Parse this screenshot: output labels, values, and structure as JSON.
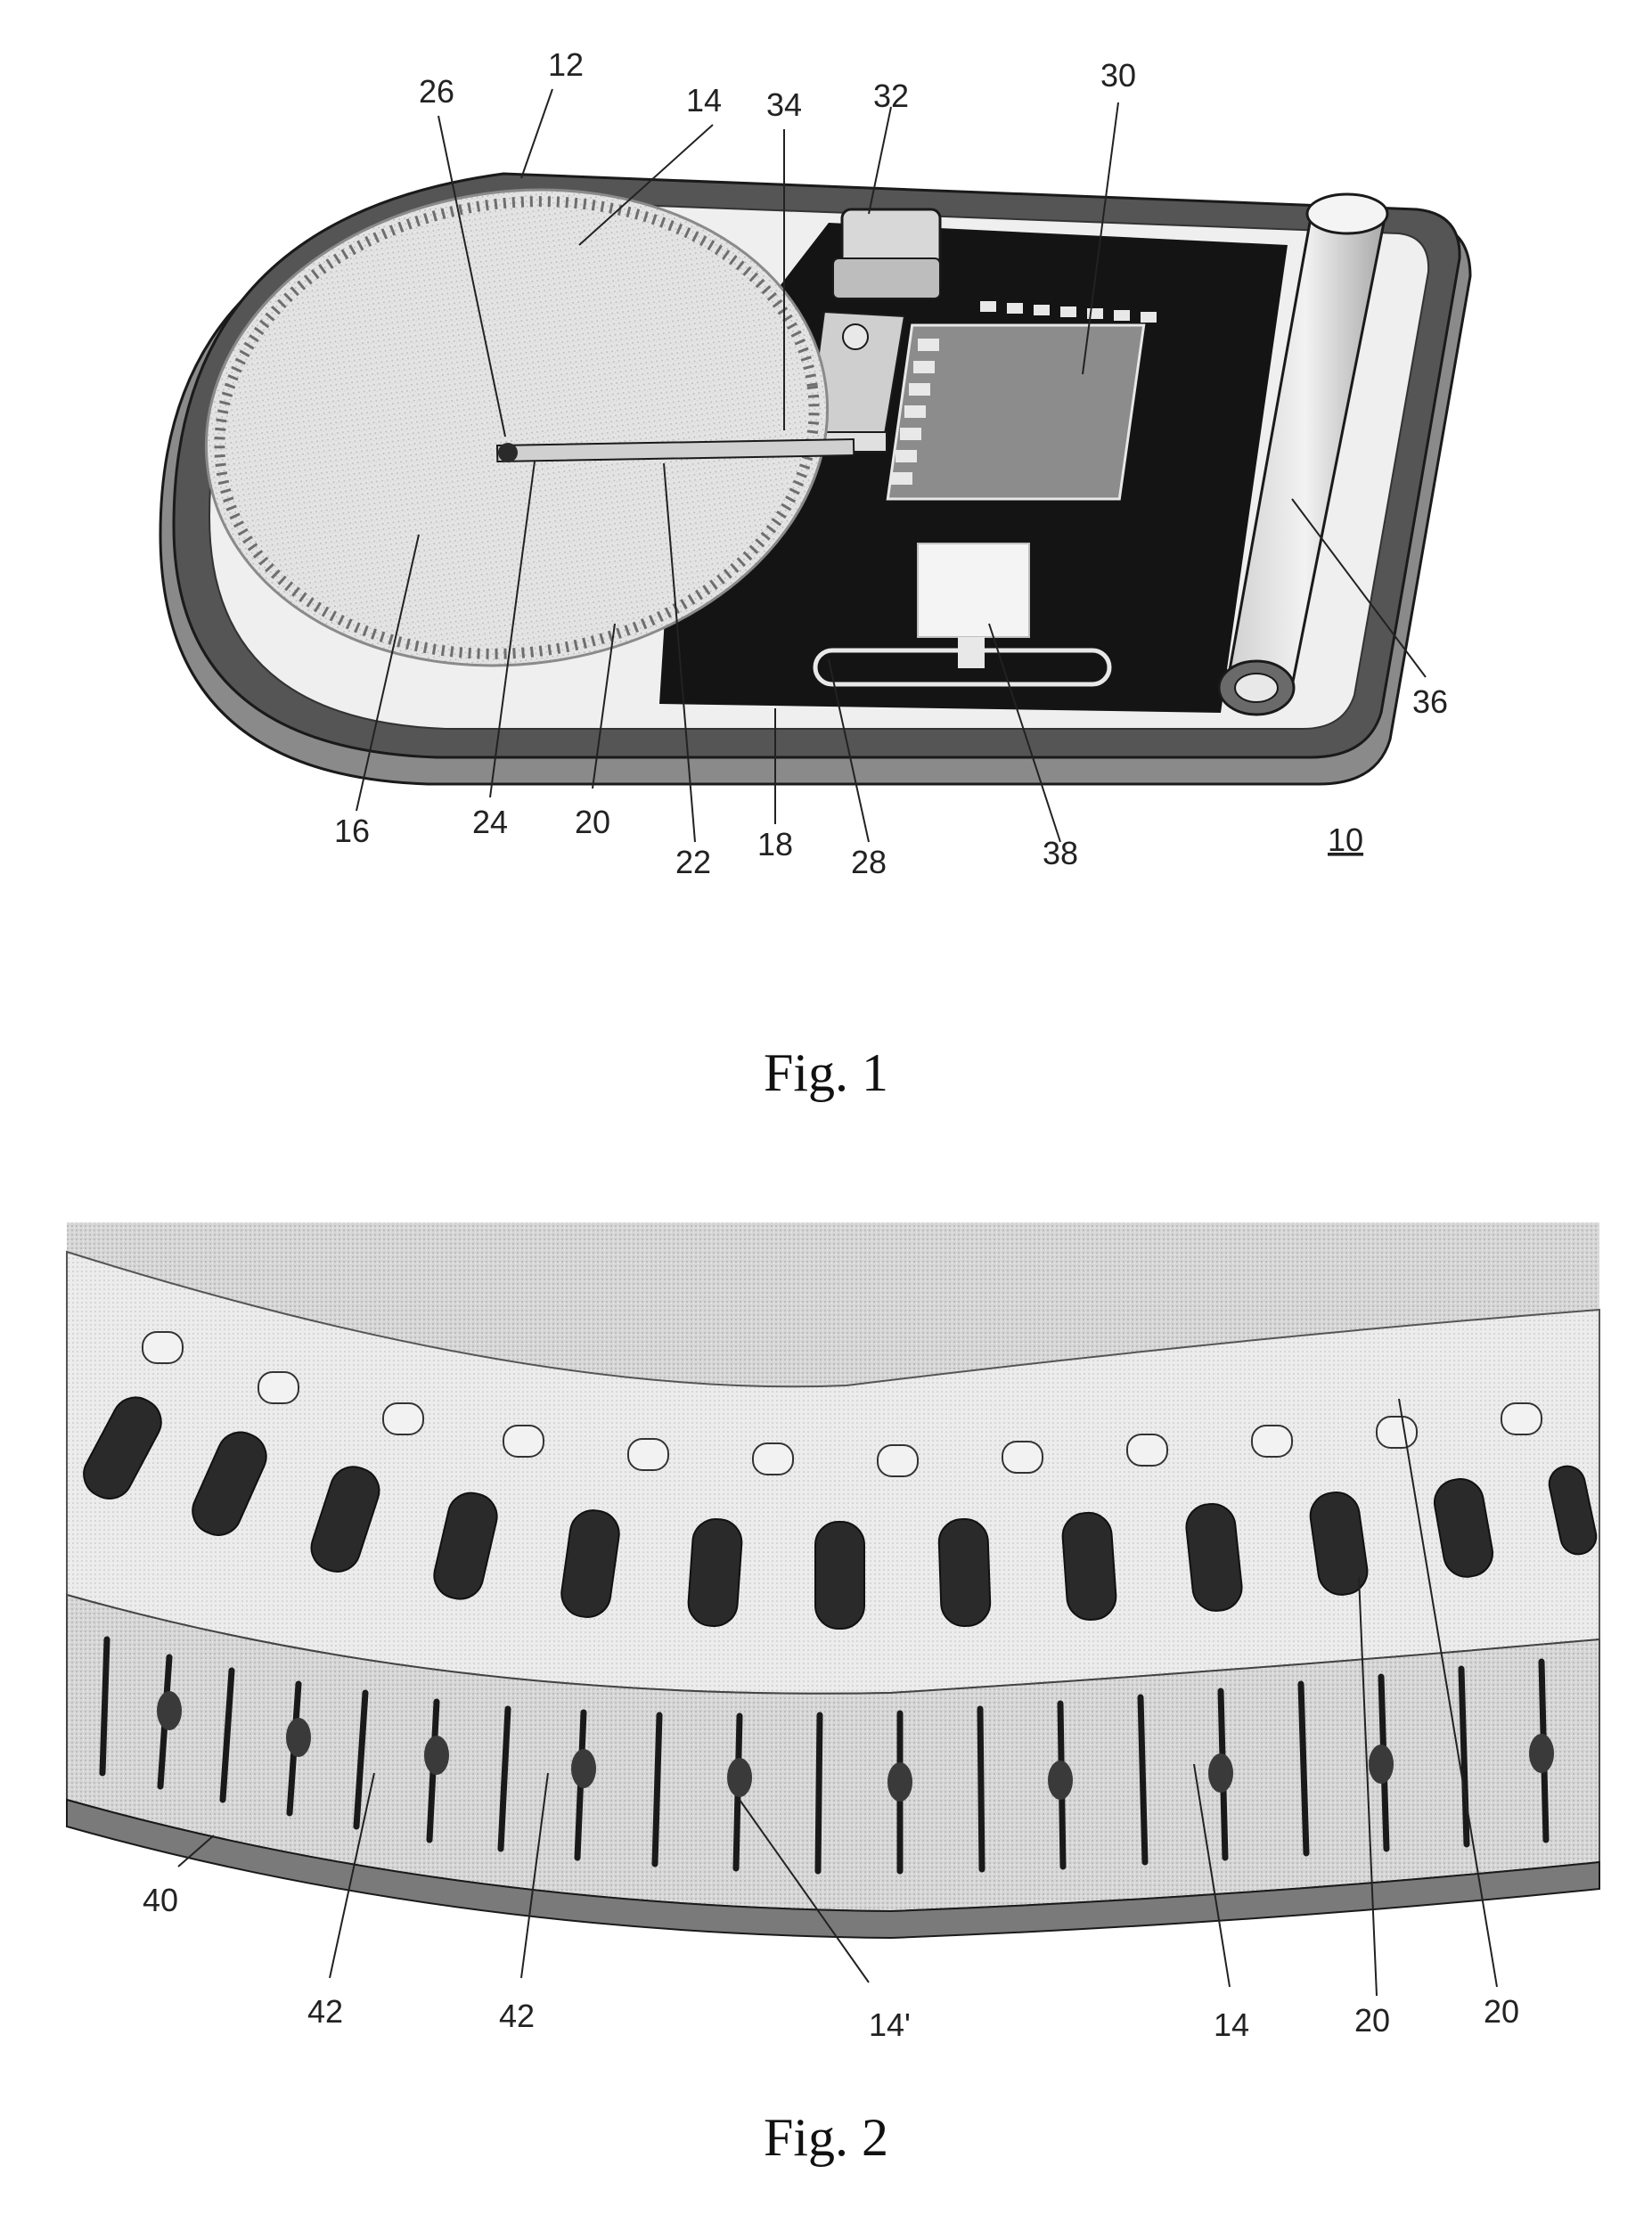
{
  "figure1": {
    "caption": "Fig. 1",
    "reference_numerals": {
      "housing_rim": "12",
      "needle_ring": "14",
      "pivot": "26",
      "actuator_tab": "34",
      "motor_block": "32",
      "chip": "30",
      "roller": "36",
      "disk_center": "16",
      "arm_left": "24",
      "disk_lower": "20",
      "arm_right": "22",
      "board_edge": "18",
      "slot": "28",
      "sensor": "38",
      "device": "10"
    }
  },
  "figure2": {
    "caption": "Fig. 2",
    "reference_numerals": {
      "base_ring": "40",
      "spring_left": "42",
      "spring_right": "42",
      "tip": "14'",
      "needle": "14",
      "cavity_lower": "20",
      "cavity_right": "20"
    }
  },
  "colors": {
    "ink": "#1a1a1a",
    "light_grey": "#d9d9d9",
    "mid_grey": "#9a9a9a",
    "dark_board": "#141414"
  }
}
